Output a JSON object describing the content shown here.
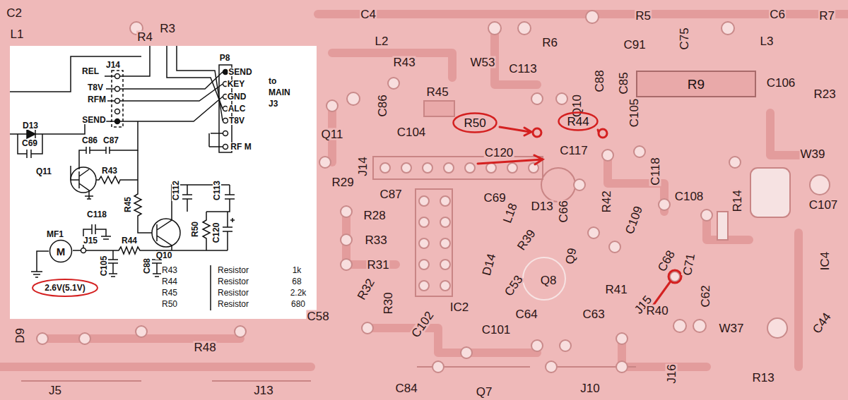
{
  "diagram": {
    "nodes": [
      {
        "text": [
          "M"
        ]
      },
      {
        "text": [
          "2.6V(5.1V)"
        ]
      },
      {
        "text": [
          "R50"
        ]
      },
      {
        "text": [
          "R44"
        ]
      },
      {
        "text": [
          "R9"
        ]
      }
    ],
    "labels": [
      "J14",
      "REL",
      "T8V",
      "RFM",
      "SEND",
      "P8",
      "SEND",
      "KEY",
      "GND",
      "ALC",
      "T8V",
      "RF M",
      "to MAIN J3",
      "D13",
      "C69",
      "C86",
      "C87",
      "Q11",
      "R43",
      "R45",
      "C112",
      "C113",
      "Q10",
      "R50",
      "C120",
      "MF1",
      "J15",
      "C118",
      "C105",
      "R44",
      "C88",
      "R43",
      "Resistor",
      "1k",
      "R44",
      "Resistor",
      "68",
      "R45",
      "Resistor",
      "2.2k",
      "R50",
      "Resistor",
      "680",
      "C2",
      "L1",
      "R3",
      "R4",
      "D9",
      "R48",
      "J5",
      "J13",
      "C4",
      "L2",
      "R5",
      "C6",
      "L3",
      "R7",
      "R6",
      "C91",
      "C75",
      "R43",
      "W53",
      "C113",
      "C88",
      "C85",
      "C106",
      "R23",
      "R45",
      "C86",
      "C104",
      "C105",
      "Q11",
      "Q10",
      "C120",
      "C117",
      "W39",
      "J14",
      "R29",
      "C87",
      "C69",
      "L18",
      "D13",
      "C66",
      "R42",
      "C109",
      "C118",
      "C108",
      "R14",
      "C107",
      "R28",
      "R33",
      "D14",
      "R39",
      "Q9",
      "C68",
      "C71",
      "IC4",
      "R31",
      "R32",
      "R30",
      "C53",
      "Q8",
      "R41",
      "J15",
      "C62",
      "IC2",
      "C64",
      "R40",
      "C58",
      "C102",
      "C101",
      "C63",
      "W37",
      "C44",
      "R13",
      "C84",
      "Q7",
      "J10",
      "J16"
    ]
  }
}
